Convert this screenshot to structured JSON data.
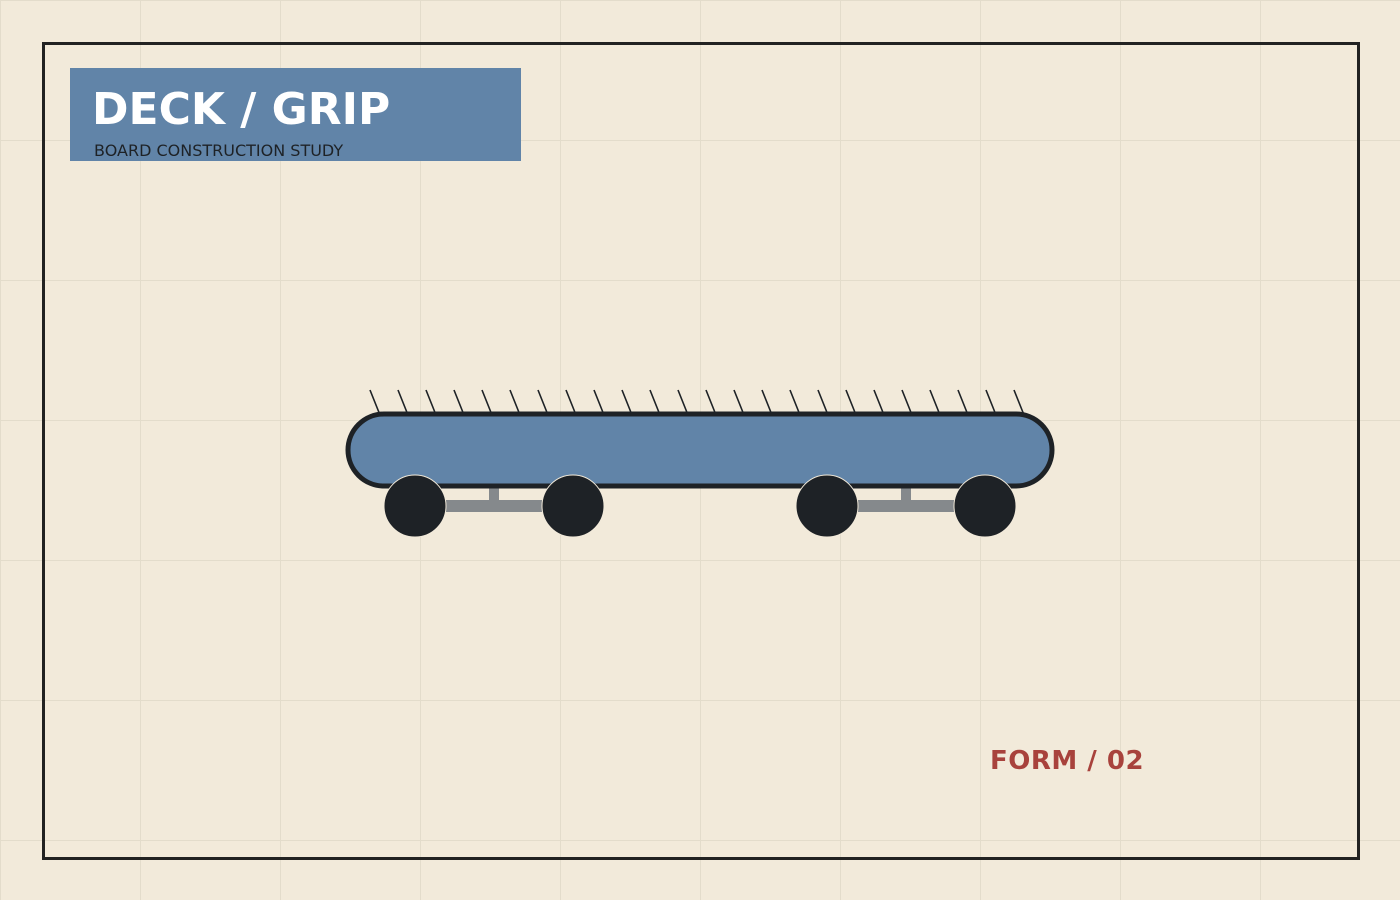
{
  "header": {
    "title": "DECK / GRIP",
    "subtitle": "BOARD CONSTRUCTION STUDY"
  },
  "footer": {
    "form_label": "FORM / 02"
  },
  "colors": {
    "background": "#f2eada",
    "grid": "#e3dccb",
    "frame": "#222222",
    "deck": "#6184a8",
    "wheel": "#1e2226",
    "truck": "#85898c",
    "accent": "#a8423c"
  },
  "board": {
    "grip_marks": 24,
    "wheels": 4,
    "trucks": 2
  }
}
